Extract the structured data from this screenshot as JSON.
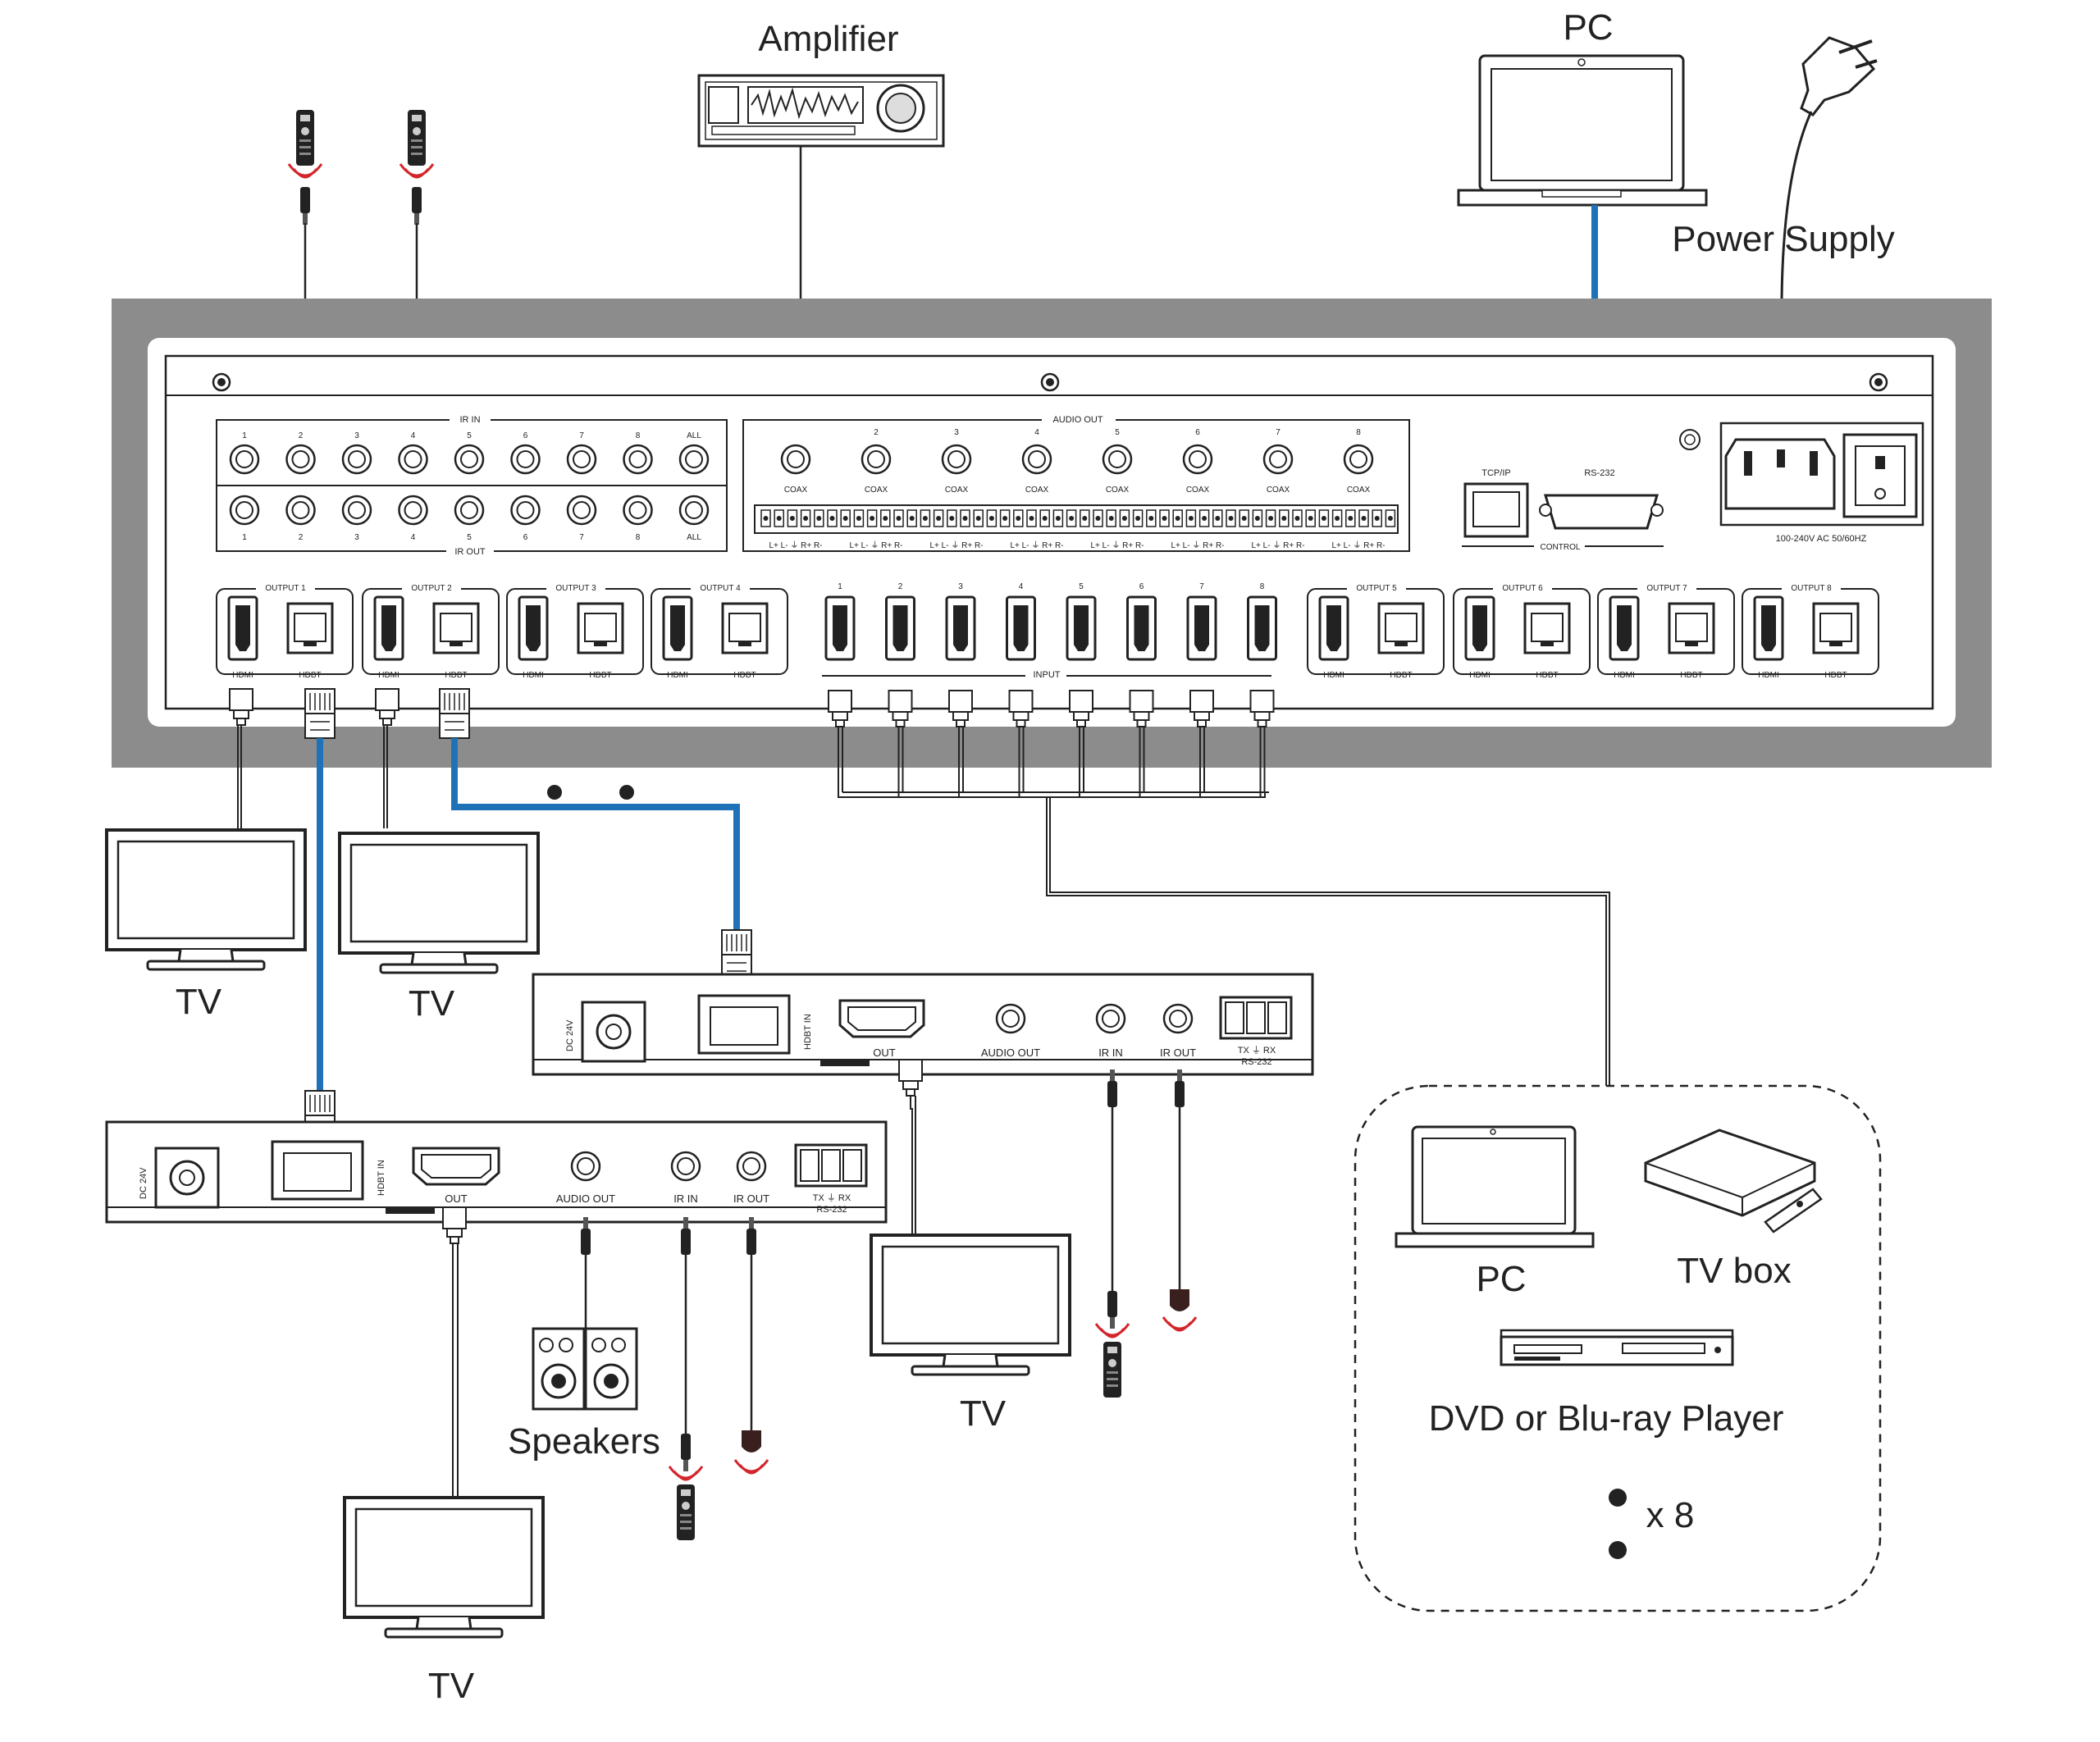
{
  "labels": {
    "amplifier": "Amplifier",
    "pc_top": "PC",
    "power_supply": "Power Supply",
    "tv_1": "TV",
    "tv_2": "TV",
    "tv_3": "TV",
    "tv_4": "TV",
    "speakers": "Speakers",
    "pc_source": "PC",
    "tv_box": "TV box",
    "dvd": "DVD or Blu-ray Player",
    "multiplier": "x 8"
  },
  "panel": {
    "ir_in_title": "IR IN",
    "ir_out_title": "IR OUT",
    "ir_ports": [
      "1",
      "2",
      "3",
      "4",
      "5",
      "6",
      "7",
      "8",
      "ALL"
    ],
    "audio_out_title": "AUDIO OUT",
    "coax_numbers": [
      "",
      "2",
      "3",
      "4",
      "5",
      "6",
      "7",
      "8"
    ],
    "coax_label": "COAX",
    "terminal_legend": "L+ L- ⏚ R+ R-",
    "tcpip": "TCP/IP",
    "rs232": "RS-232",
    "control": "CONTROL",
    "power_rating": "100-240V AC 50/60HZ",
    "outputs": [
      "OUTPUT 1",
      "OUTPUT 2",
      "OUTPUT 3",
      "OUTPUT 4",
      "OUTPUT 5",
      "OUTPUT 6",
      "OUTPUT 7",
      "OUTPUT 8"
    ],
    "hdmi": "HDMI",
    "hdbt": "HDBT",
    "input_numbers": [
      "1",
      "2",
      "3",
      "4",
      "5",
      "6",
      "7",
      "8"
    ],
    "input_title": "INPUT"
  },
  "receiver": {
    "dc": "DC 24V",
    "hdbt_in": "HDBT IN",
    "out": "OUT",
    "audio_out": "AUDIO OUT",
    "ir_in": "IR IN",
    "ir_out": "IR OUT",
    "rs232_pins": "TX ⏚ RX",
    "rs232": "RS-232"
  },
  "colors": {
    "panel_frame": "#8c8c8c",
    "cable_blue": "#1f72b8",
    "ir_red": "#d3262b",
    "line": "#222222"
  }
}
